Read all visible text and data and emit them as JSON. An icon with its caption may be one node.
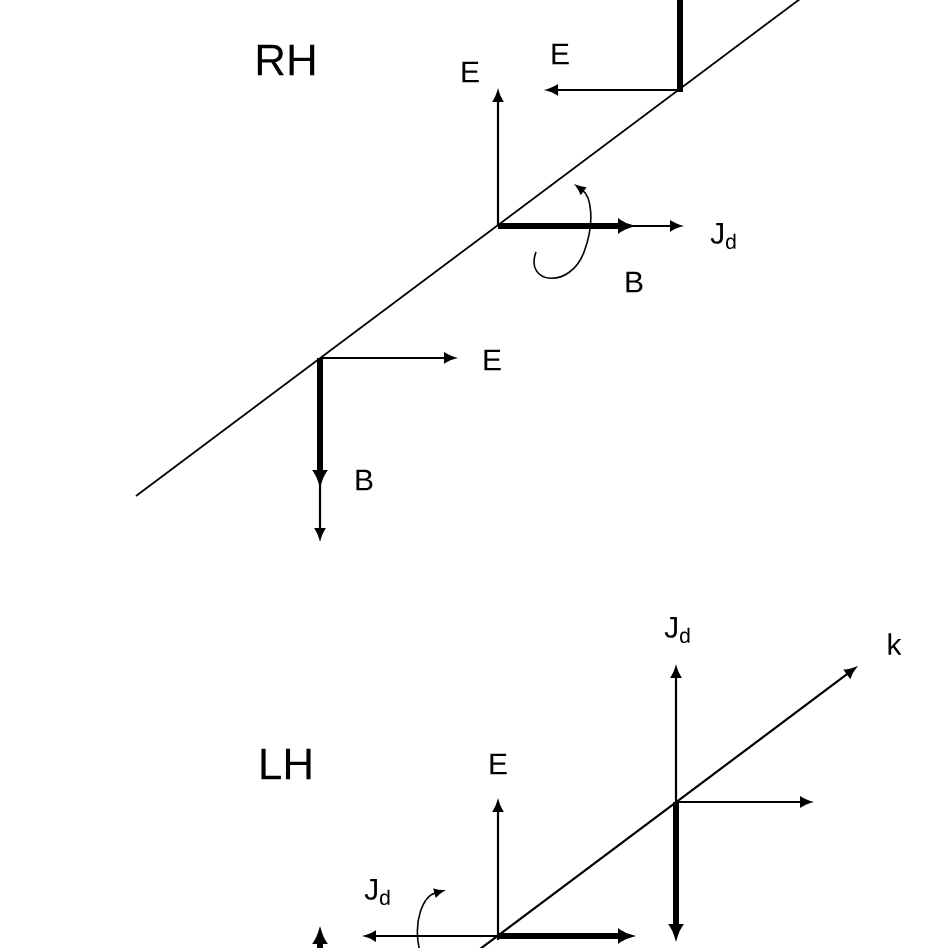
{
  "diagram": {
    "labels": [
      "RH",
      "E",
      "E",
      "J$_{d}$",
      "B",
      "E",
      "B",
      "J$_{d}$",
      "k",
      "LH",
      "E",
      "J$_{d}$"
    ]
  }
}
